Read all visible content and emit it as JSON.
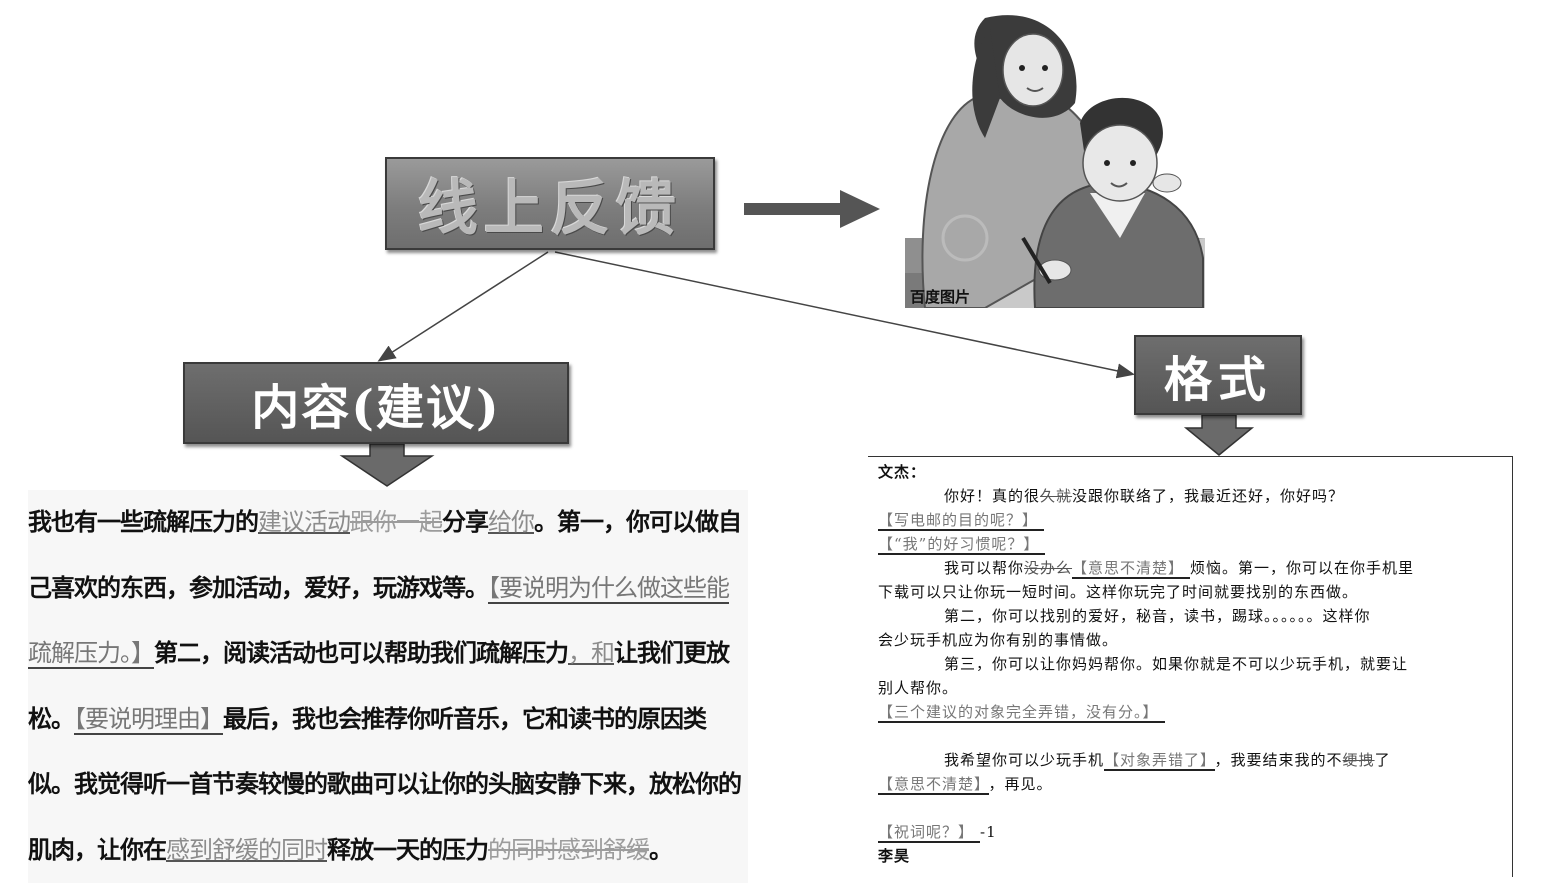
{
  "main_box": {
    "label": "线上反馈"
  },
  "content_box": {
    "label": "内容(建议)"
  },
  "format_box": {
    "label": "格式"
  },
  "illustration": {
    "credit": "百度图片"
  },
  "essay": {
    "p1_a": "我也有一些疏解压力的",
    "p1_hl": "建议活动",
    "p1_del": "跟你一起",
    "p1_b": "分享",
    "p1_hl2": "给你",
    "p1_c": "。第一，你可以做自己喜欢的东西，参加活动，爱好，玩游戏等。",
    "cmt1": "【要说明为什么做这些能疏解压力。】",
    "p2_a": "第二，阅读活动也可以帮助我们疏解压力",
    "p2_hl": "，和",
    "p2_b": "让我们更放松。",
    "cmt2": "【要说明理由】",
    "p3_a": "最后，我也会推荐你听音乐，它和读书的原因类似。我觉得听一首节奏较慢的歌曲可以让你的头脑安静下来，放松你的肌肉，让你在",
    "p3_hl": "感到舒缓的同时",
    "p3_b": "释放一天的压力",
    "p3_del": "的同时感到舒缓",
    "p3_c": "。"
  },
  "letter": {
    "salutation": "文杰：",
    "l1_a": "你好！真的很",
    "l1_del": "久就",
    "l1_b": "没跟你联络了，我最近还好，你好吗？",
    "c1": "【写电邮的目的呢？】",
    "c2": "【“我”的好习惯呢？】",
    "l2_a": "我可以帮你",
    "l2_del": "没办么",
    "l2_cm": "【意思不清楚】",
    "l2_b": "烦恼。第一，你可以在你手机里",
    "l3": "下载可以只让你玩一短时间。这样你玩完了时间就要找别的东西做。",
    "l4": "第二，你可以找别的爱好，秘音，读书，踢球。。。。。。这样你",
    "l5": "会少玩手机应为你有别的事情做。",
    "l6": "第三，你可以让你妈妈帮你。如果你就是不可以少玩手机，就要让",
    "l7": "别人帮你。",
    "c3": "【三个建议的对象完全弄错，没有分。】",
    "l8_a": "我希望你可以少玩手机",
    "l8_cm": "【对象弄错了】",
    "l8_b": "，我要结束我的不",
    "l8_del": "绠拽",
    "l8_c": "了",
    "c4": "【意思不清楚】",
    "l9": "，再见。",
    "c5": "【祝词呢？】",
    "score": "-1",
    "signature": "李昊"
  }
}
